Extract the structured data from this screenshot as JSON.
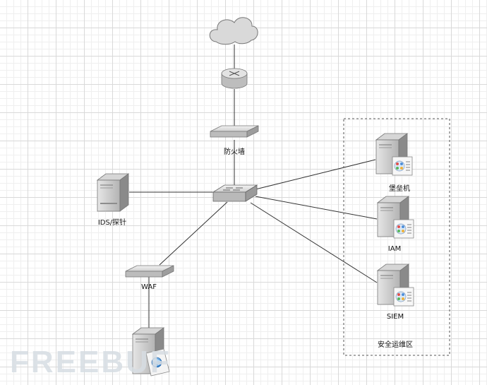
{
  "nodes": {
    "firewall": "防火墙",
    "ids": "IDS/探针",
    "waf": "WAF",
    "bastion": "堡垒机",
    "iam": "IAM",
    "siem": "SIEM"
  },
  "groups": {
    "security_ops_zone": "安全运维区"
  },
  "watermark": "FREEBUF"
}
